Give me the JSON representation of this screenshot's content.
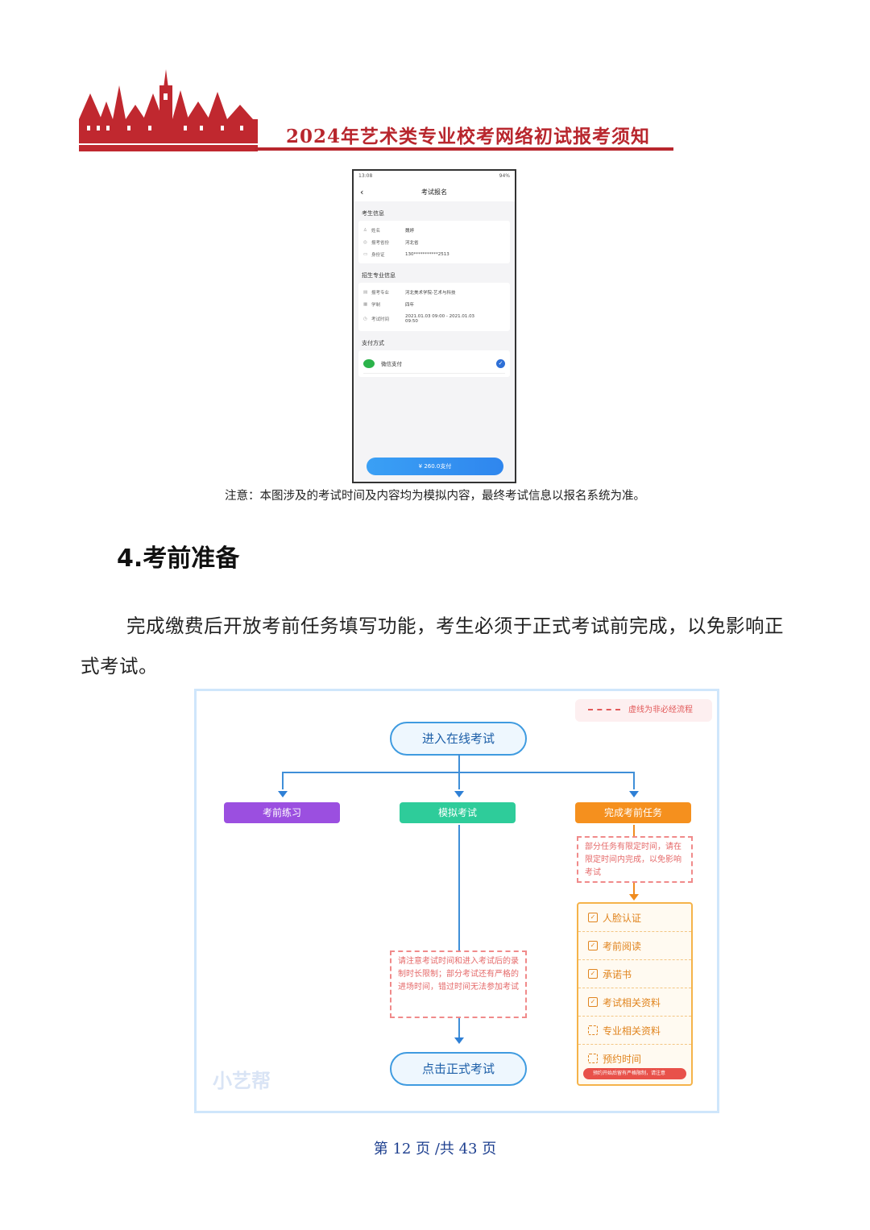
{
  "header": {
    "title": "2024年艺术类专业校考网络初试报考须知"
  },
  "phone": {
    "status_time": "13:08",
    "status_right": "94%",
    "nav_title": "考试报名",
    "student_section": "考生信息",
    "student_rows": [
      {
        "k": "姓名",
        "v": "魏婷"
      },
      {
        "k": "报考省份",
        "v": "河北省"
      },
      {
        "k": "身份证",
        "v": "130***********2513"
      }
    ],
    "major_section": "招生专业信息",
    "major_rows": [
      {
        "k": "报考专业",
        "v": "河北美术学院-艺术与科技"
      },
      {
        "k": "学制",
        "v": "四年"
      },
      {
        "k": "考试时间",
        "v": "2021.01.03 09:00 - 2021.01.03 09:50"
      }
    ],
    "pay_section": "支付方式",
    "pay_method": "微信支付",
    "pay_button": "¥ 260.0支付"
  },
  "note": "注意：本图涉及的考试时间及内容均为模拟内容，最终考试信息以报名系统为准。",
  "section": {
    "heading": "4.考前准备",
    "paragraph": "完成缴费后开放考前任务填写功能，考生必须于正式考试前完成，以免影响正式考试。"
  },
  "flow": {
    "legend": "虚线为非必经流程",
    "start": "进入在线考试",
    "branch1": "考前练习",
    "branch2": "模拟考试",
    "branch3": "完成考前任务",
    "task_note": "部分任务有限定时间，请在限定时间内完成，以免影响考试",
    "tasks": [
      {
        "label": "人脸认证",
        "checked": true
      },
      {
        "label": "考前阅读",
        "checked": true
      },
      {
        "label": "承诺书",
        "checked": true
      },
      {
        "label": "考试相关资料",
        "checked": true
      },
      {
        "label": "专业相关资料",
        "checked": false
      },
      {
        "label": "预约时间",
        "checked": false
      }
    ],
    "warn": "预约开始后留有严格限制，请注意",
    "exam_note": "请注意考试时间和进入考试后的录制时长限制；部分考试还有严格的进场时间，错过时间无法参加考试",
    "end": "点击正式考试",
    "logo": "小艺帮",
    "colors": {
      "purple": "#9b4fe0",
      "green": "#2ecc9a",
      "orange": "#f5901e",
      "blue": "#3f9be0"
    }
  },
  "footer": {
    "text": "第 12 页 /共 43 页"
  }
}
